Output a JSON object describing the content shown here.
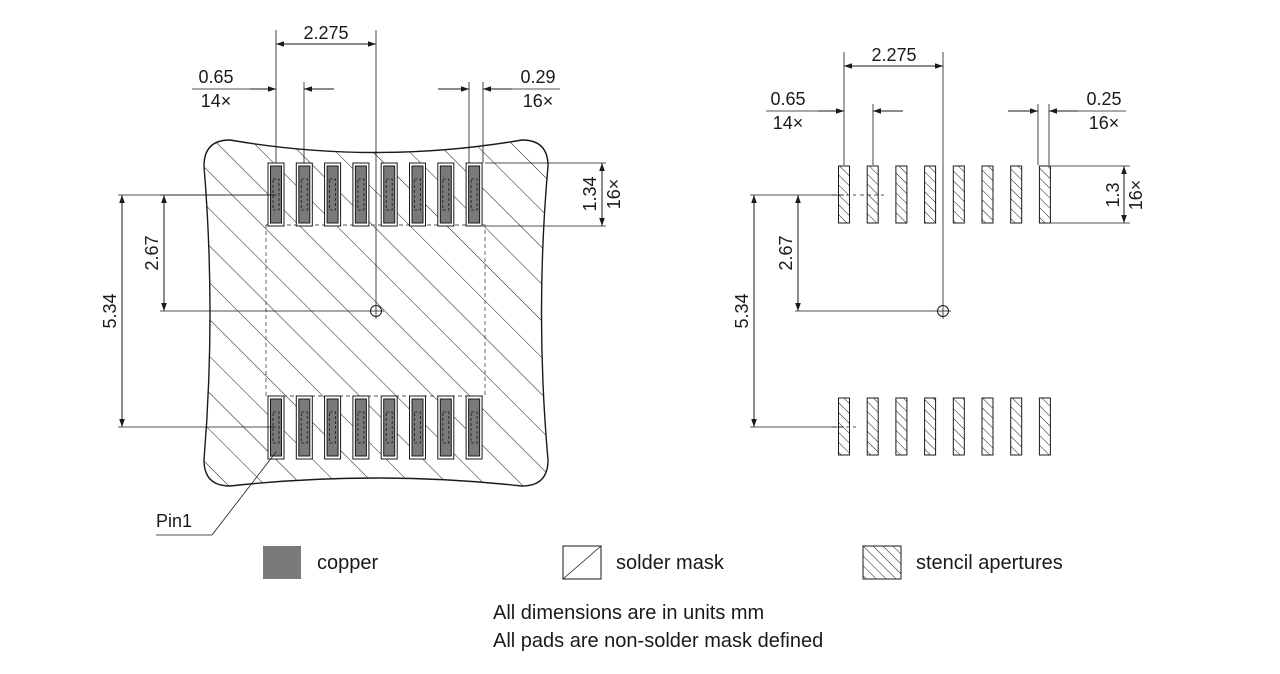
{
  "left_view": {
    "pitch_label": "0.65",
    "pitch_count": "14×",
    "span_label": "2.275",
    "pad_width_label": "0.29",
    "pad_width_count": "16×",
    "pad_length_label": "1.34",
    "pad_length_count": "16×",
    "half_row_label": "2.67",
    "row_pitch_label": "5.34",
    "pin1_label": "Pin1"
  },
  "right_view": {
    "pitch_label": "0.65",
    "pitch_count": "14×",
    "span_label": "2.275",
    "aperture_width_label": "0.25",
    "aperture_width_count": "16×",
    "aperture_length_label": "1.3",
    "aperture_length_count": "16×",
    "half_row_label": "2.67",
    "row_pitch_label": "5.34"
  },
  "legend": {
    "copper": "copper",
    "solder_mask": "solder mask",
    "stencil": "stencil apertures"
  },
  "notes": {
    "line1": "All dimensions are in units mm",
    "line2": "All pads are non-solder mask defined"
  },
  "colors": {
    "copper": "#7a7a7a",
    "ink": "#1a1a1a"
  }
}
